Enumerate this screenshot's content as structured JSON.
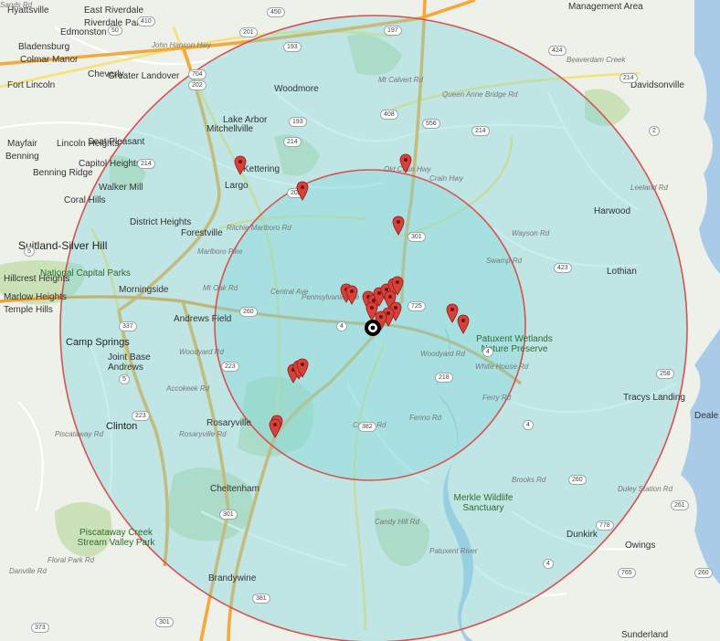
{
  "map": {
    "center_marker": "bullseye-icon",
    "colors": {
      "ring_stroke": "#d9514e",
      "radius_fill": "#7fd6dc",
      "pin": "#d9403a",
      "water": "#a9cbe8",
      "park": "#c8dfb5",
      "highway": "#f3a93b",
      "road": "#f6e27a",
      "land": "#eef0ea"
    },
    "labels": [
      {
        "text": "Hyattsville",
        "cls": "place"
      },
      {
        "text": "East Riverdale",
        "cls": "place"
      },
      {
        "text": "Riverdale Park",
        "cls": "place"
      },
      {
        "text": "Bladensburg",
        "cls": "place"
      },
      {
        "text": "Edmonston",
        "cls": "place"
      },
      {
        "text": "Colmar Manor",
        "cls": "place"
      },
      {
        "text": "Cheverly",
        "cls": "place"
      },
      {
        "text": "Greater Landover",
        "cls": "place"
      },
      {
        "text": "Fort Lincoln",
        "cls": "place"
      },
      {
        "text": "Mitchellville",
        "cls": "place"
      },
      {
        "text": "Woodmore",
        "cls": "place"
      },
      {
        "text": "Lake Arbor",
        "cls": "place"
      },
      {
        "text": "Kettering",
        "cls": "place"
      },
      {
        "text": "Largo",
        "cls": "place"
      },
      {
        "text": "Walker Mill",
        "cls": "place"
      },
      {
        "text": "District Heights",
        "cls": "place"
      },
      {
        "text": "Forestville",
        "cls": "place"
      },
      {
        "text": "Suitland-Silver Hill",
        "cls": "big"
      },
      {
        "text": "Morningside",
        "cls": "place"
      },
      {
        "text": "Andrews Field",
        "cls": "place"
      },
      {
        "text": "Camp Springs",
        "cls": "town"
      },
      {
        "text": "Joint Base Andrews",
        "cls": "place"
      },
      {
        "text": "Clinton",
        "cls": "town"
      },
      {
        "text": "Rosaryville",
        "cls": "place"
      },
      {
        "text": "Cheltenham",
        "cls": "place"
      },
      {
        "text": "Brandywine",
        "cls": "place"
      },
      {
        "text": "Piscataway Creek Stream Valley Park",
        "cls": "park"
      },
      {
        "text": "National Capital Parks",
        "cls": "park"
      },
      {
        "text": "Hillcrest Heights",
        "cls": "place"
      },
      {
        "text": "Marlow Heights",
        "cls": "place"
      },
      {
        "text": "Temple Hills",
        "cls": "place"
      },
      {
        "text": "Capitol Heights",
        "cls": "place"
      },
      {
        "text": "Lincoln Heights",
        "cls": "place"
      },
      {
        "text": "Seat Pleasant",
        "cls": "place"
      },
      {
        "text": "Benning Ridge",
        "cls": "place"
      },
      {
        "text": "Mayfair",
        "cls": "place"
      },
      {
        "text": "Benning",
        "cls": "place"
      },
      {
        "text": "Coral Hills",
        "cls": "place"
      },
      {
        "text": "Davidsonville",
        "cls": "place"
      },
      {
        "text": "Harwood",
        "cls": "place"
      },
      {
        "text": "Lothian",
        "cls": "place"
      },
      {
        "text": "Tracys Landing",
        "cls": "place"
      },
      {
        "text": "Deale",
        "cls": "place"
      },
      {
        "text": "Dunkirk",
        "cls": "place"
      },
      {
        "text": "Owings",
        "cls": "place"
      },
      {
        "text": "Sunderland",
        "cls": "place"
      },
      {
        "text": "Merkle Wildlife Sanctuary",
        "cls": "park"
      },
      {
        "text": "Patuxent River",
        "cls": "road"
      },
      {
        "text": "Patuxent Wetlands Nature Preserve",
        "cls": "park"
      },
      {
        "text": "Management Area",
        "cls": "place"
      },
      {
        "text": "John Hanson Hwy",
        "cls": "road"
      },
      {
        "text": "Queen Anne Bridge Rd",
        "cls": "road"
      },
      {
        "text": "Crain Hwy",
        "cls": "road"
      },
      {
        "text": "Rosaryville Rd",
        "cls": "road"
      },
      {
        "text": "Accokeek Rd",
        "cls": "road"
      },
      {
        "text": "Candy Hill Rd",
        "cls": "road"
      },
      {
        "text": "Croom Rd",
        "cls": "road"
      },
      {
        "text": "Mt Calvert Rd",
        "cls": "road"
      },
      {
        "text": "Fenno Rd",
        "cls": "road"
      },
      {
        "text": "Brooks Rd",
        "cls": "road"
      },
      {
        "text": "Duley Station Rd",
        "cls": "road"
      },
      {
        "text": "Marlboro Pike",
        "cls": "road"
      },
      {
        "text": "Pennsylvania Ave",
        "cls": "road"
      },
      {
        "text": "Woodyard Rd",
        "cls": "road"
      },
      {
        "text": "Piscataway Rd",
        "cls": "road"
      },
      {
        "text": "Floral Park Rd",
        "cls": "road"
      },
      {
        "text": "Danville Rd",
        "cls": "road"
      },
      {
        "text": "Beaverdam Creek",
        "cls": "road"
      },
      {
        "text": "Mt Oak Rd",
        "cls": "road"
      },
      {
        "text": "Central Ave",
        "cls": "road"
      },
      {
        "text": "Ritchie Marlboro Rd",
        "cls": "road"
      },
      {
        "text": "White House Rd",
        "cls": "road"
      },
      {
        "text": "Woodyard Rd",
        "cls": "road"
      },
      {
        "text": "Old Crain Hwy",
        "cls": "road"
      },
      {
        "text": "Leeland Rd",
        "cls": "road"
      },
      {
        "text": "Swamp Rd",
        "cls": "road"
      },
      {
        "text": "Ferry Rd",
        "cls": "road"
      },
      {
        "text": "Wayson Rd",
        "cls": "road"
      },
      {
        "text": "Sands Rd",
        "cls": "road"
      }
    ],
    "shields": [
      "410",
      "50",
      "201",
      "450",
      "193",
      "197",
      "424",
      "704",
      "202",
      "214",
      "214",
      "193",
      "556",
      "214",
      "4",
      "408",
      "214",
      "202",
      "725",
      "301",
      "260",
      "4",
      "5",
      "337",
      "223",
      "223",
      "5",
      "218",
      "4",
      "2",
      "258",
      "423",
      "260",
      "382",
      "381",
      "301",
      "261",
      "778",
      "765",
      "260",
      "4",
      "373",
      "301"
    ],
    "pin_count": 24
  }
}
